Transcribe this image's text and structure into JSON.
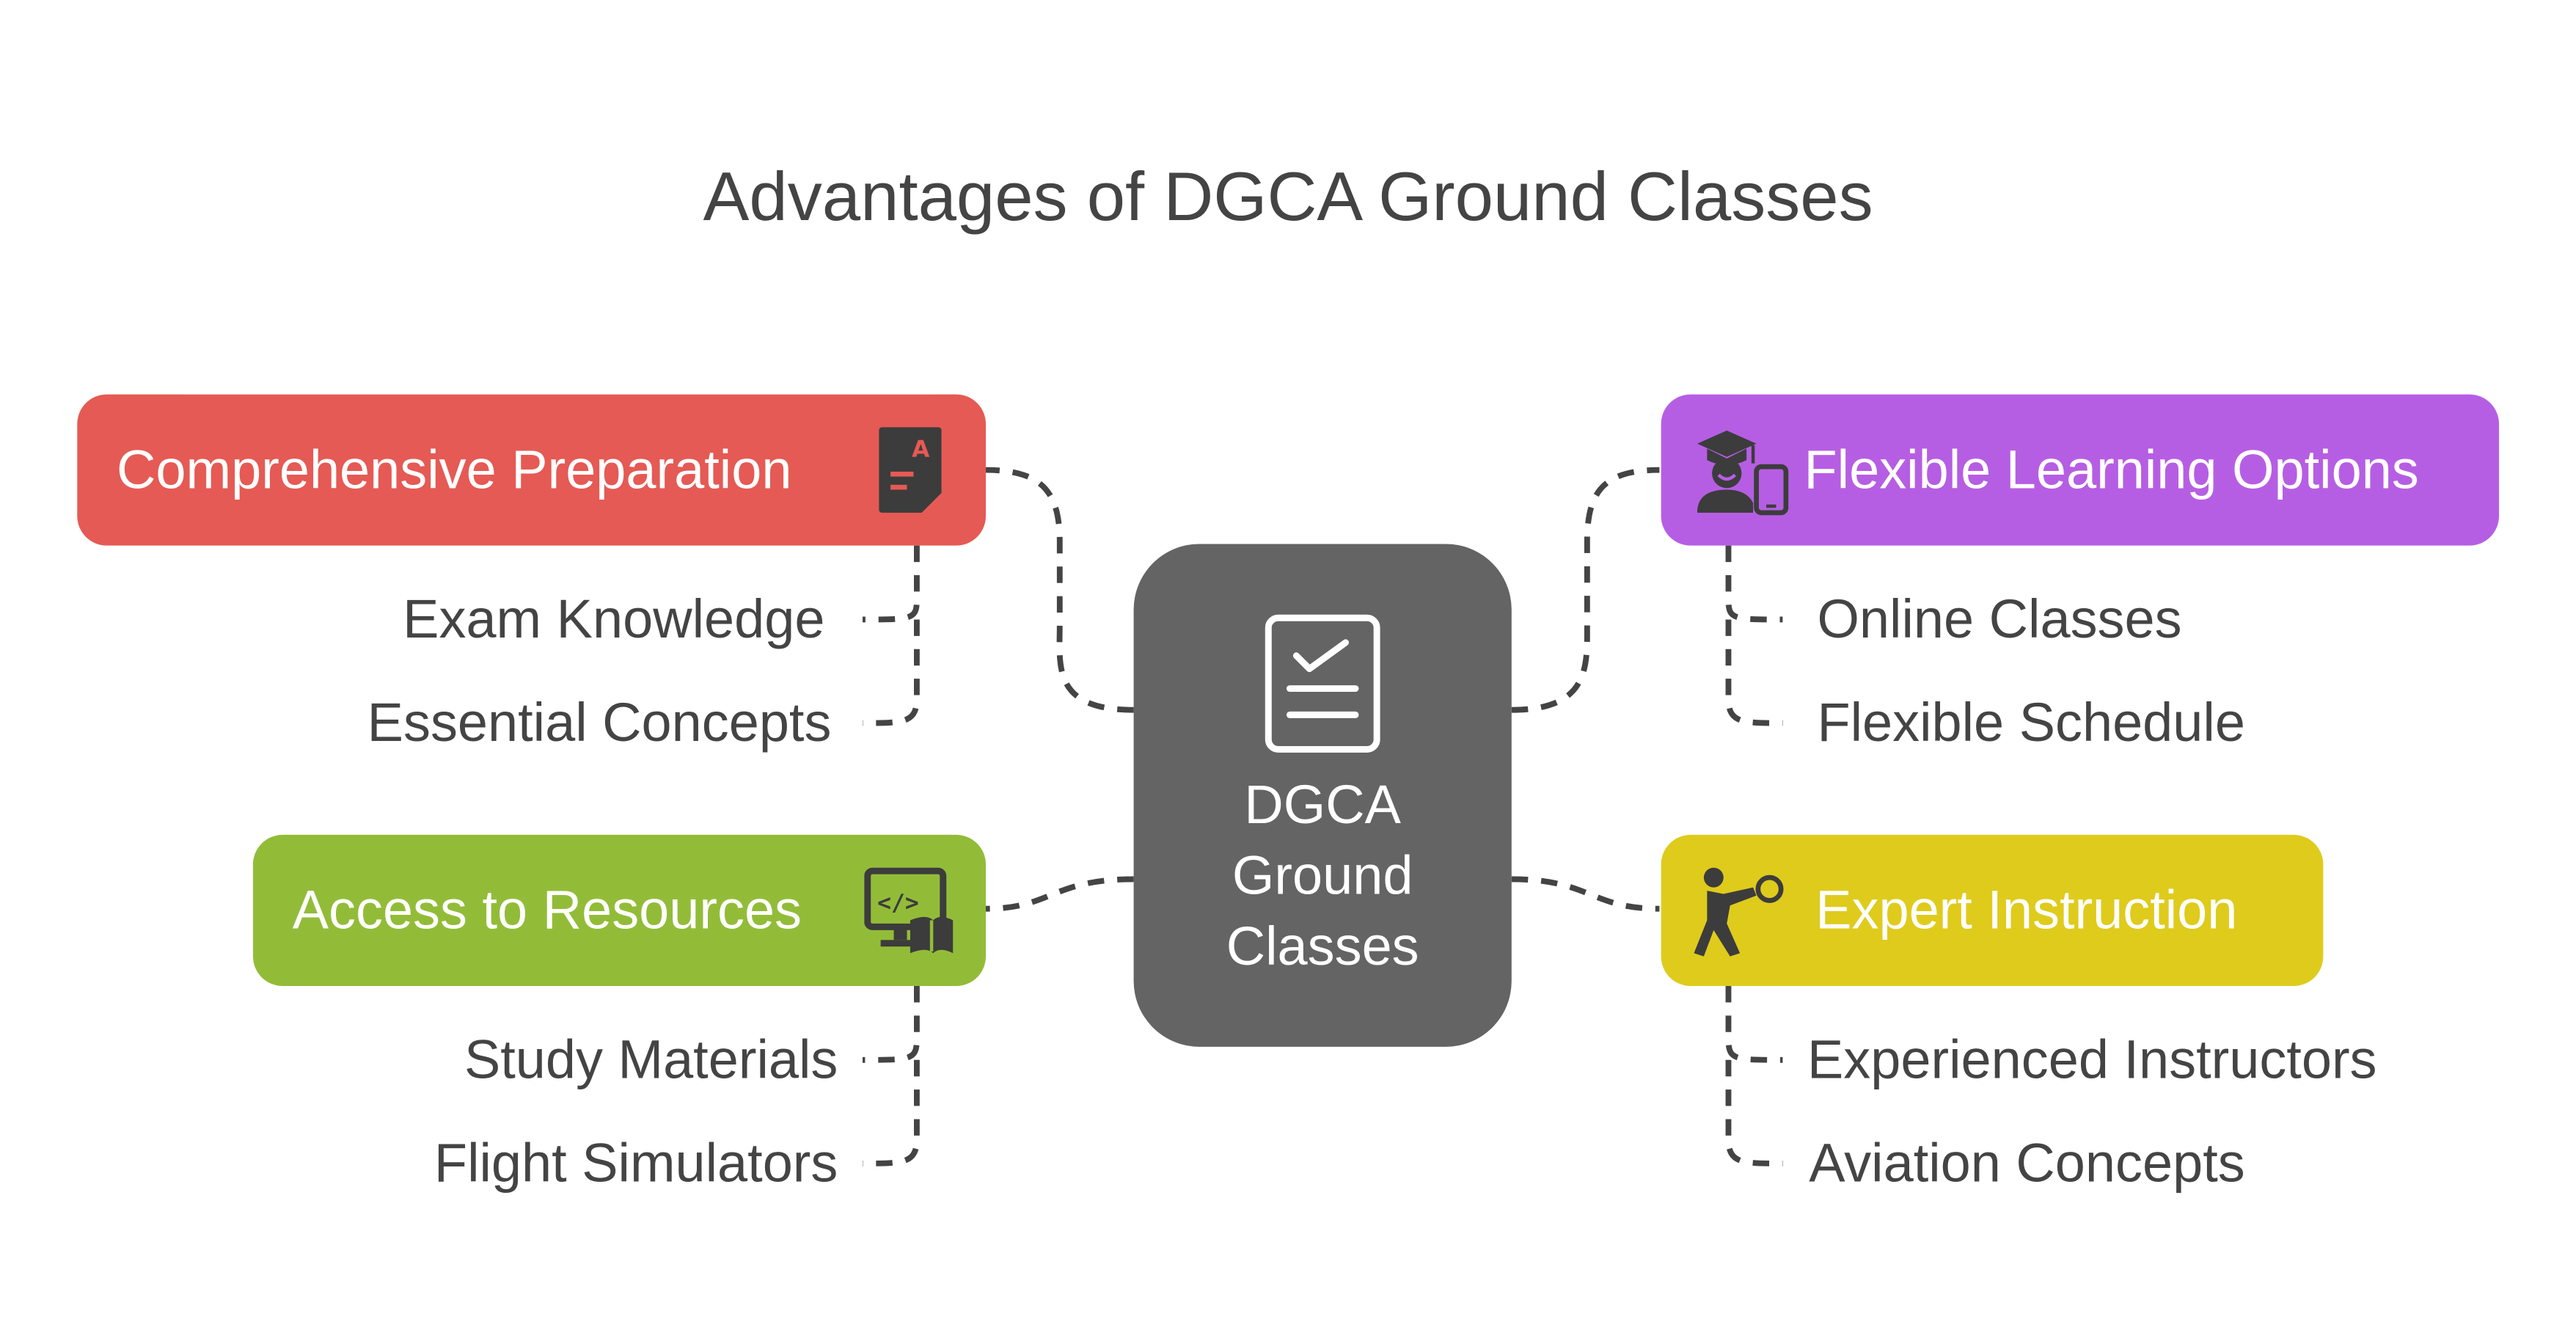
{
  "title": "Advantages of DGCA Ground Classes",
  "center": {
    "label_lines": [
      "DGCA",
      "Ground",
      "Classes"
    ],
    "color": "#646464",
    "icon": "checklist-icon"
  },
  "branches": {
    "comprehensive": {
      "label": "Comprehensive Preparation",
      "color": "#E55A54",
      "icon": "exam-paper-icon",
      "items": [
        "Exam Knowledge",
        "Essential Concepts"
      ]
    },
    "resources": {
      "label": "Access to Resources",
      "color": "#92BC38",
      "icon": "code-monitor-book-icon",
      "items": [
        "Study Materials",
        "Flight Simulators"
      ]
    },
    "flexible": {
      "label": "Flexible Learning Options",
      "color": "#B65EE3",
      "icon": "graduate-phone-icon",
      "items": [
        "Online Classes",
        "Flexible Schedule"
      ]
    },
    "expert": {
      "label": "Expert Instruction",
      "color": "#DFCB1C",
      "icon": "instructor-pointing-icon",
      "items": [
        "Experienced Instructors",
        "Aviation Concepts"
      ]
    }
  },
  "connector_color": "#444444"
}
